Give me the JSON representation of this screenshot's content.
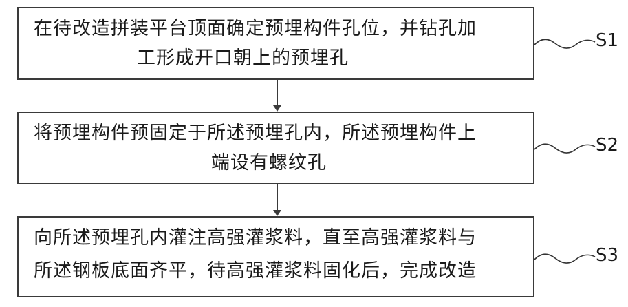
{
  "steps": [
    {
      "lines": [
        "在待改造拼装平台顶面确定预埋构件孔位，并钻孔加",
        "工形成开口朝上的预埋孔"
      ],
      "tag": "S1"
    },
    {
      "lines": [
        "将预埋构件预固定于所述预埋孔内，所述预埋构件上",
        "端设有螺纹孔"
      ],
      "tag": "S2"
    },
    {
      "lines": [
        "向所述预埋孔内灌注高强灌浆料，直至高强灌浆料与",
        "所述钢板底面齐平，待高强灌浆料固化后，完成改造"
      ],
      "tag": "S3"
    }
  ]
}
